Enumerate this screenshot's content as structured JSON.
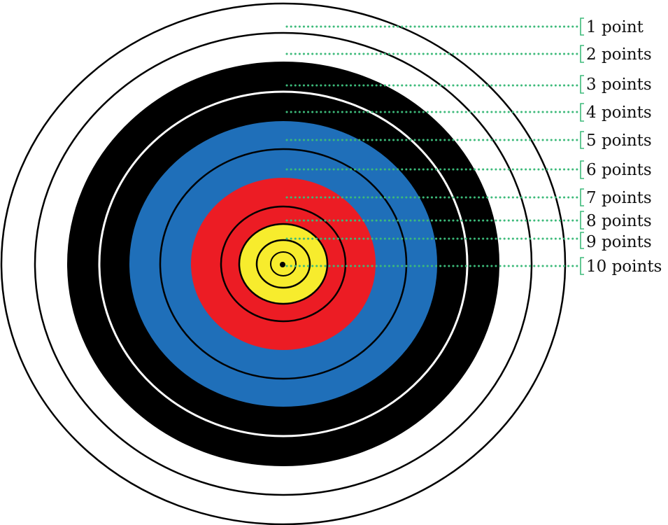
{
  "colors": {
    "outer_white": "#ffffff",
    "black": "#000000",
    "blue": "#1f6fb9",
    "red": "#ec1c24",
    "yellow": "#f7ec2d",
    "leader": "#3dba7a"
  },
  "zones": [
    {
      "label": "1 point",
      "zone_color": "outer_white"
    },
    {
      "label": "2 points",
      "zone_color": "outer_white"
    },
    {
      "label": "3 points",
      "zone_color": "black"
    },
    {
      "label": "4 points",
      "zone_color": "black"
    },
    {
      "label": "5 points",
      "zone_color": "blue"
    },
    {
      "label": "6 points",
      "zone_color": "blue"
    },
    {
      "label": "7 points",
      "zone_color": "red"
    },
    {
      "label": "8 points",
      "zone_color": "red"
    },
    {
      "label": "9 points",
      "zone_color": "yellow"
    },
    {
      "label": "10 points",
      "zone_color": "yellow"
    }
  ]
}
